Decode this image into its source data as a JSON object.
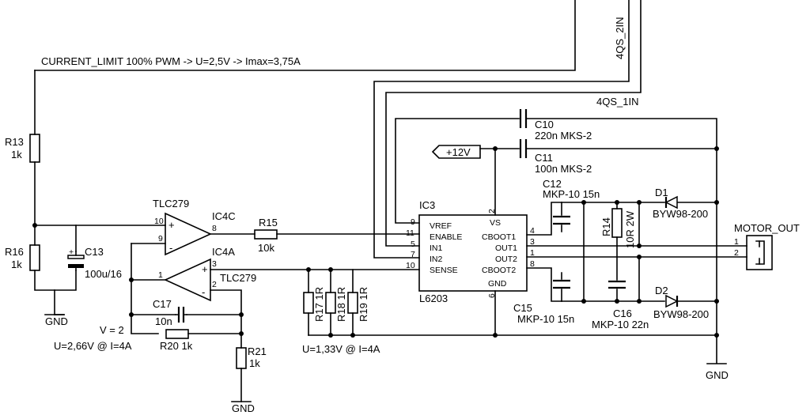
{
  "labels": {
    "current_limit": "CURRENT_LIMIT   100% PWM -> U=2,5V -> Imax=3,75A",
    "net_4qs_2in": "4QS_2IN",
    "net_4qs_1in": "4QS_1IN",
    "r13_name": "R13",
    "r13_value": "1k",
    "r16_name": "R16",
    "r16_value": "1k",
    "c13_name": "C13",
    "c13_value": "100u/16",
    "gnd": "GND",
    "tlc279_top": "TLC279",
    "ic4c": "IC4C",
    "ic4a": "IC4A",
    "tlc279_bottom": "TLC279",
    "r15_name": "R15",
    "r15_value": "10k",
    "c17_name": "C17",
    "c17_value": "10n",
    "r20": "R20 1k",
    "r21_name": "R21",
    "r21_value": "1k",
    "v2": "V = 2",
    "u266": "U=2,66V @ I=4A",
    "u133": "U=1,33V @ I=4A",
    "r17": "R17 1R",
    "r18": "R18 1R",
    "r19": "R19 1R",
    "ic3": "IC3",
    "l6203": "L6203",
    "p12v": "+12V",
    "c10_name": "C10",
    "c10_value": "220n MKS-2",
    "c11_name": "C11",
    "c11_value": "100n MKS-2",
    "c12_name": "C12",
    "c12_value": "MKP-10 15n",
    "c15_name": "C15",
    "c15_value": "MKP-10 15n",
    "c16_name": "C16",
    "c16_value": "MKP-10 22n",
    "r14_name": "R14",
    "r14_value": "10R 2W",
    "d1_name": "D1",
    "d1_value": "BYW98-200",
    "d2_name": "D2",
    "d2_value": "BYW98-200",
    "motor_out": "MOTOR_OUT",
    "pin1": "1",
    "pin2": "2",
    "opamp_plus": "+",
    "opamp_minus": "-"
  },
  "ic3_pins": {
    "vref": "VREF",
    "enable": "ENABLE",
    "in1": "IN1",
    "in2": "IN2",
    "sense": "SENSE",
    "vs": "VS",
    "cboot1": "CBOOT1",
    "out1": "OUT1",
    "out2": "OUT2",
    "cboot2": "CBOOT2",
    "gnd": "GND",
    "p9": "9",
    "p11": "11",
    "p5": "5",
    "p7": "7",
    "p10": "10",
    "p2": "2",
    "p4": "4",
    "p3": "3",
    "p1": "1",
    "p8": "8",
    "p6": "6"
  },
  "opamp_pins": {
    "c10": "10",
    "c9": "9",
    "c8": "8",
    "a3": "3",
    "a1": "1",
    "a2": "2"
  }
}
